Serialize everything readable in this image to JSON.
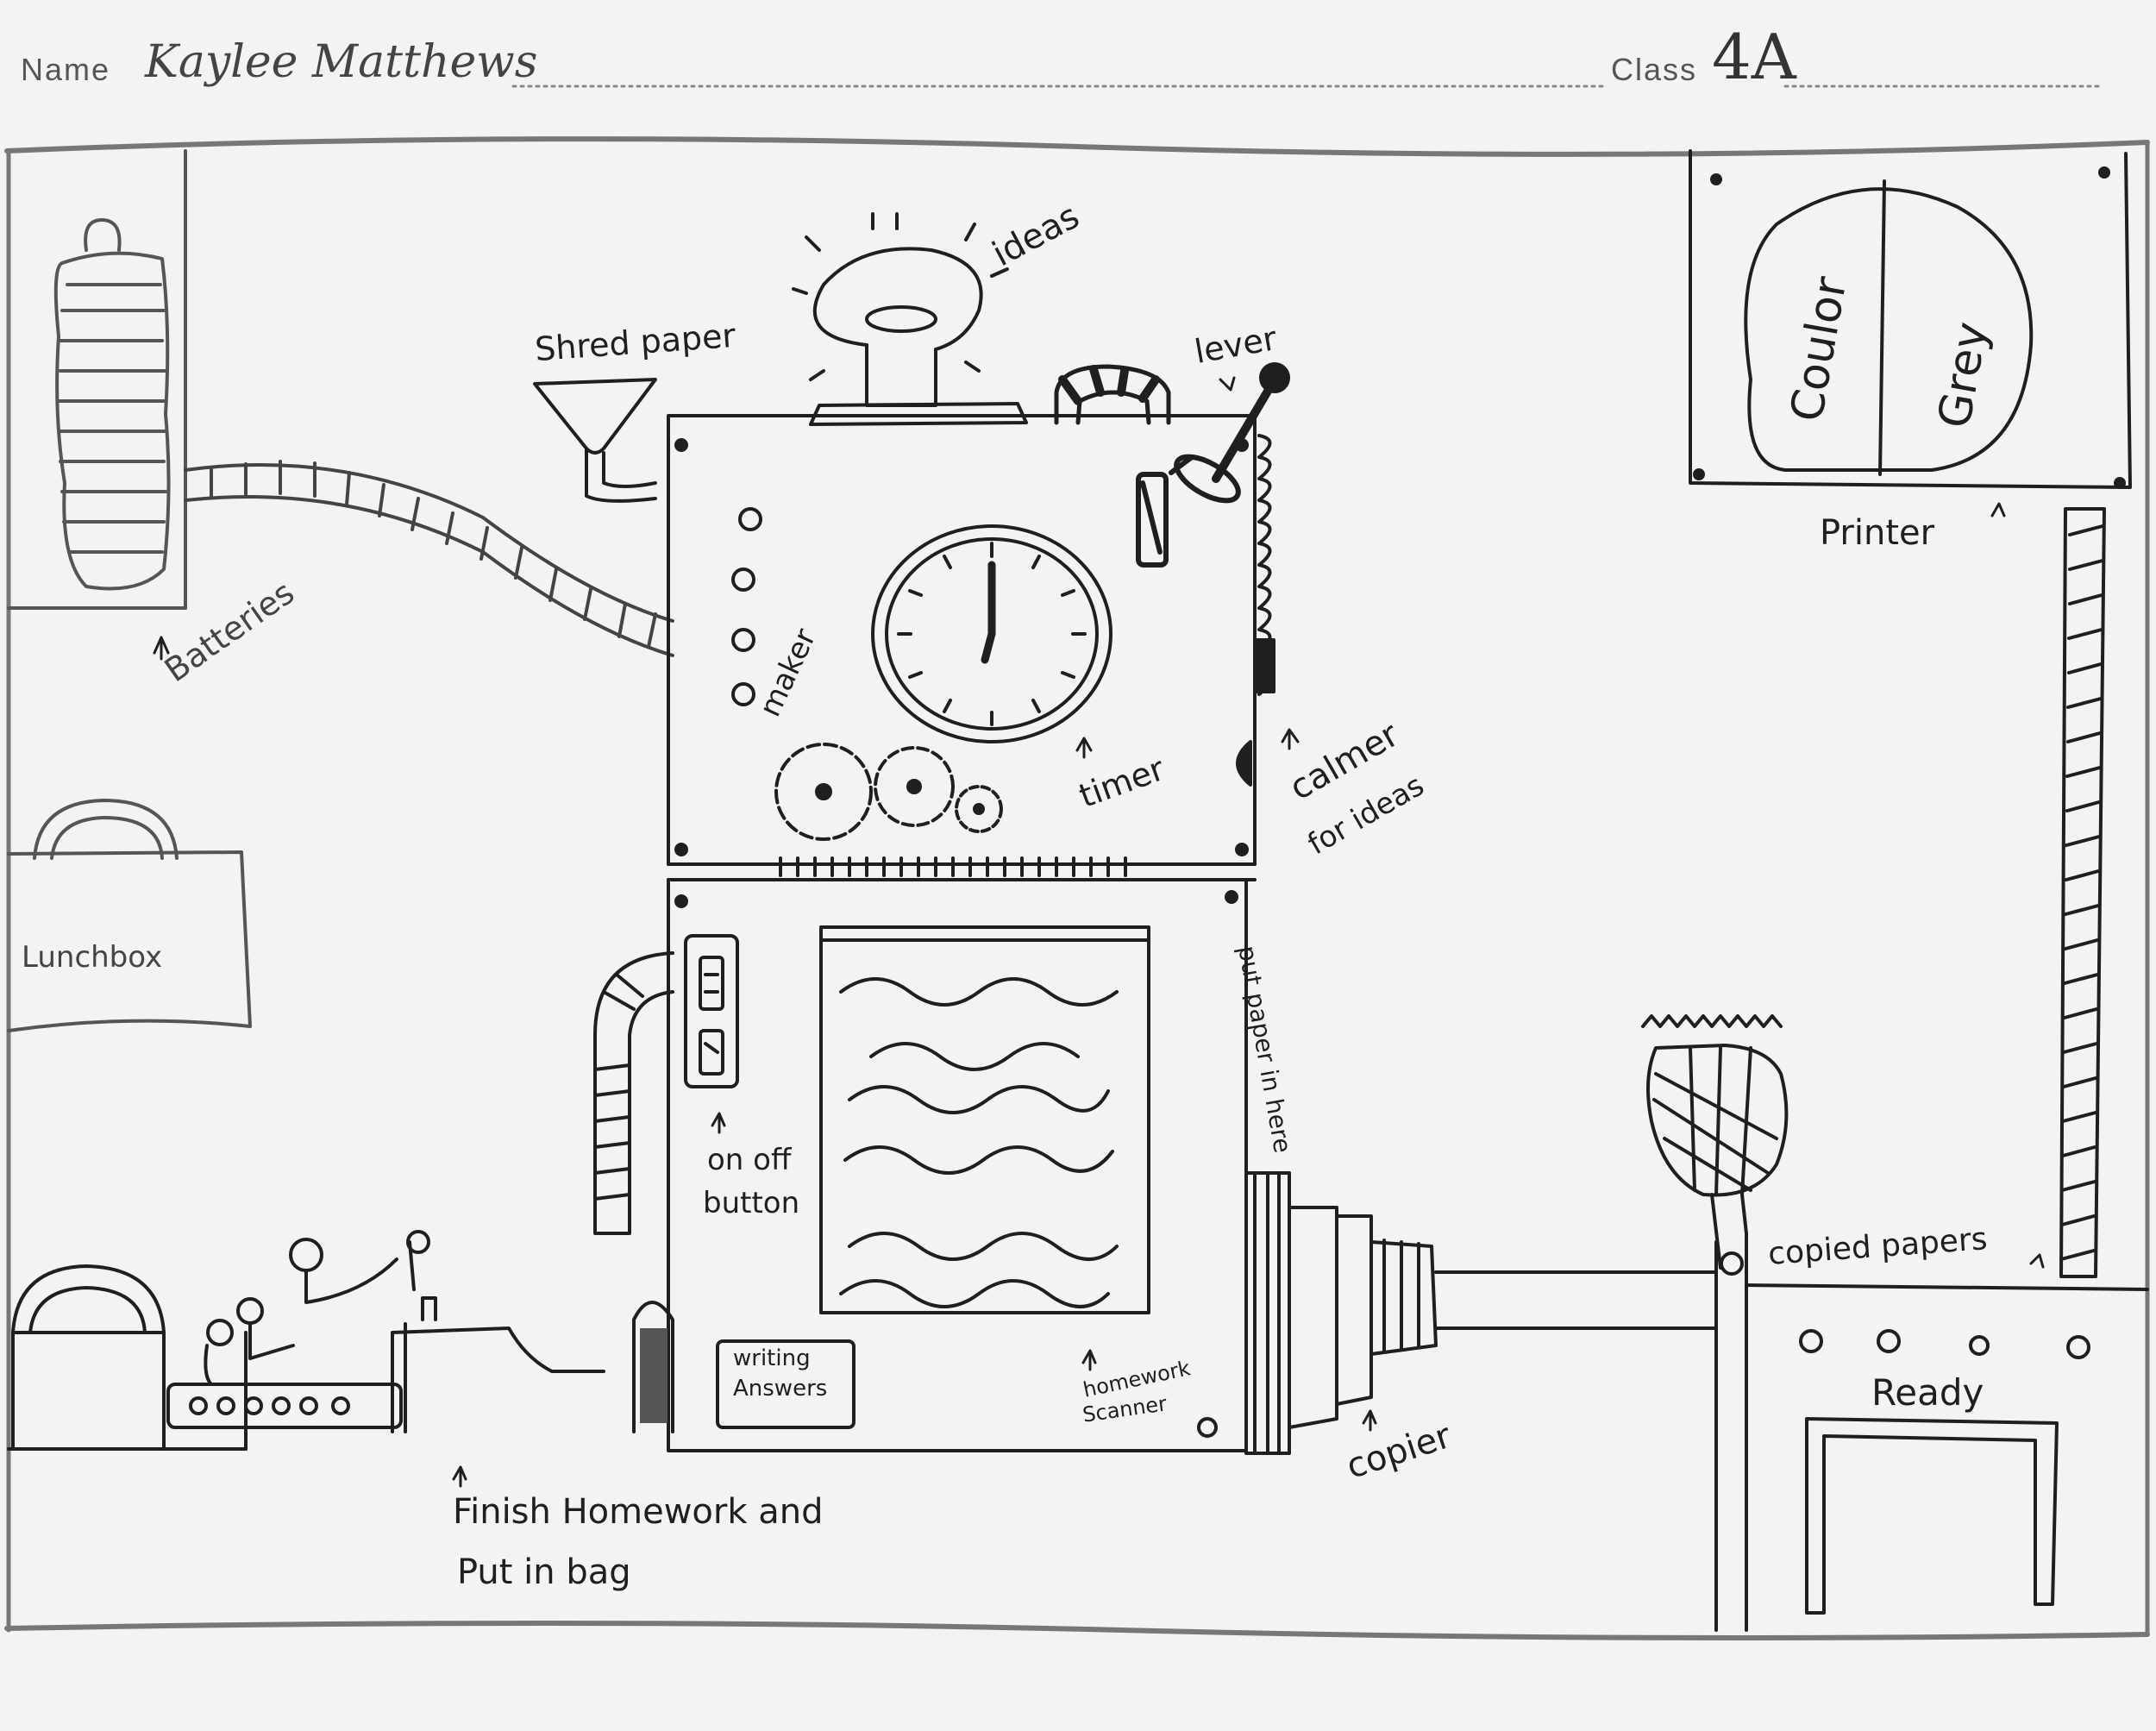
{
  "header": {
    "name_prompt": "Name",
    "name_value": "Kaylee Matthews",
    "class_prompt": "Class",
    "class_value": "4A"
  },
  "labels": {
    "ideas": "ideas",
    "shred_paper": "Shred paper",
    "lever": "lever",
    "batteries": "Batteries",
    "lunchbox": "Lunchbox",
    "coulor": "Coulor",
    "grey": "Grey",
    "printer": "Printer",
    "timer": "timer",
    "maker": "maker",
    "calmer_for_ideas_line1": "calmer",
    "calmer_for_ideas_line2": "for ideas",
    "put_paper_in_here": "put paper in here",
    "on_off_button_line1": "on off",
    "on_off_button_line2": "button",
    "writing_answers_line1": "writing",
    "writing_answers_line2": "Answers",
    "homework_scanner_line1": "homework",
    "homework_scanner_line2": "Scanner",
    "copier": "copier",
    "copied_papers": "copied papers",
    "ready": "Ready",
    "finish_line1": "Finish Homework and",
    "finish_line2": "Put in bag"
  },
  "colors": {
    "ink": "#1f1f1f",
    "pencil": "#777777",
    "paper": "#f3f3f1"
  }
}
